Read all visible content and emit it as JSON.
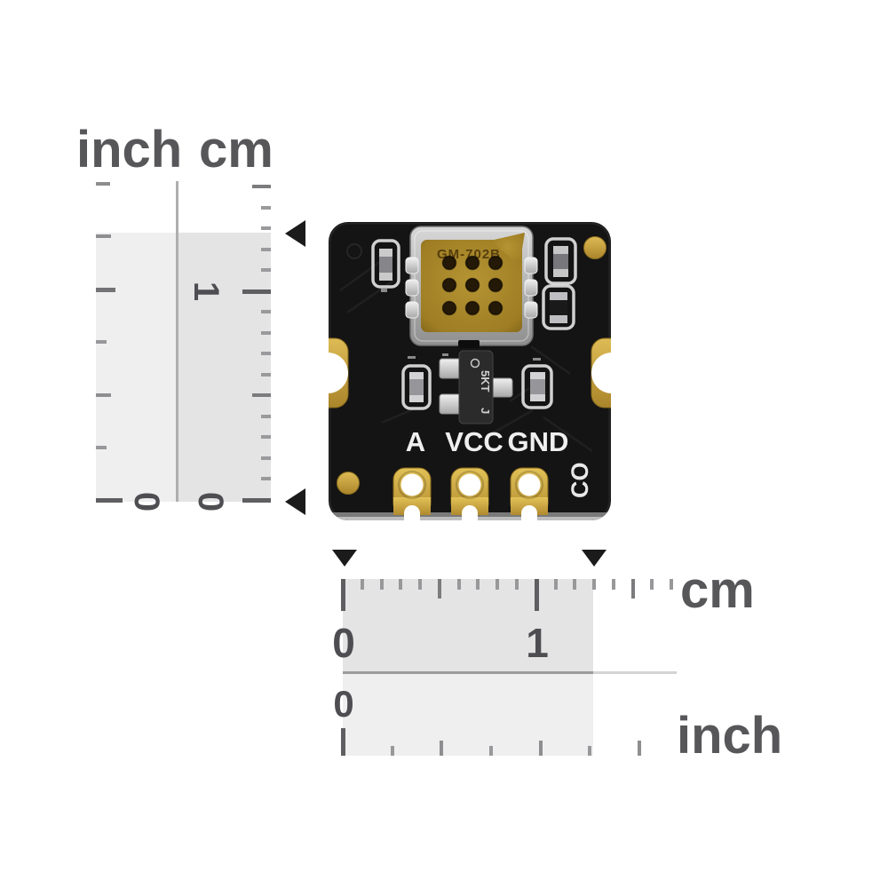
{
  "vertical_ruler": {
    "inch_header": "inch",
    "cm_header": "cm",
    "cm_tick_label_1": "1",
    "inch_tick_label_0": "0",
    "cm_tick_label_0": "0"
  },
  "horizontal_ruler": {
    "cm_unit_label": "cm",
    "inch_unit_label": "inch",
    "cm_tick_label_0": "0",
    "cm_tick_label_1": "1",
    "inch_tick_label_0": "0"
  },
  "board": {
    "sensor_marking": "GM-702B",
    "pin_labels": [
      "A",
      "VCC",
      "GND"
    ],
    "gas_type_label": "CO",
    "transistor_marking": "5KT",
    "transistor_marking_suffix": "J"
  },
  "colors": {
    "pcb_black": "#141414",
    "gold": "#c9a43c",
    "sensor_gold": "#a8872b",
    "sensor_can_silver": "#b9b9b9",
    "silkscreen_white": "#efefef",
    "ruler_band_inch": "#efeff0",
    "ruler_band_cm": "#e4e4e5",
    "tick_gray": "#8e8e91",
    "label_gray": "#57575a",
    "arrow_black": "#1b1b1b"
  }
}
